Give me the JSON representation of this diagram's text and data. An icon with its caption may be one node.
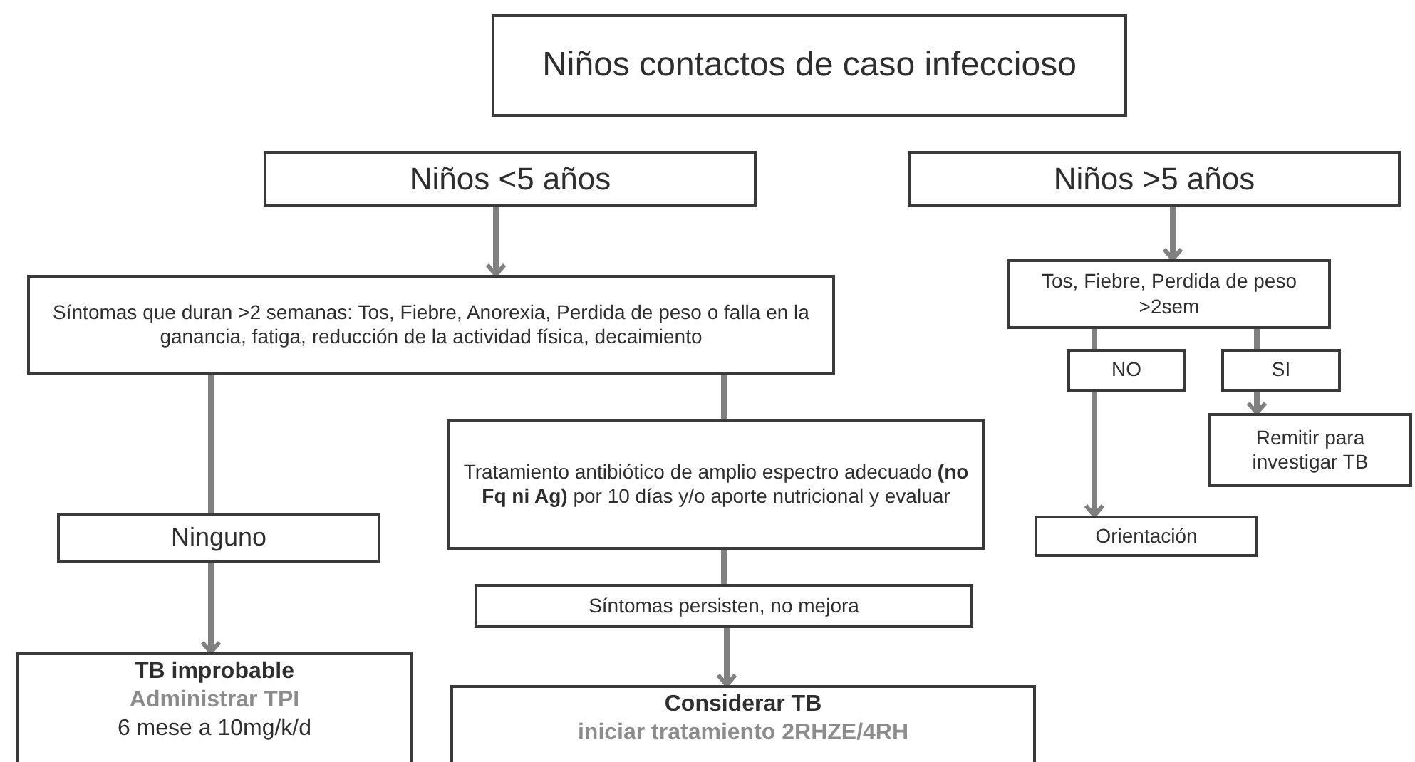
{
  "diagram": {
    "nodes": [
      {
        "text": [
          "Niños contactos de caso infeccioso"
        ]
      },
      {
        "text": [
          "Niños <5 años"
        ]
      },
      {
        "text": [
          "Niños >5 años"
        ]
      },
      {
        "text": [
          "Síntomas que duran >2 semanas: Tos, Fiebre, Anorexia, Perdida de peso o falla en la ganancia, fatiga, reducción de la actividad física, decaimiento"
        ]
      },
      {
        "text": [
          "Tos, Fiebre, Perdida de peso >2sem"
        ]
      },
      {
        "text": [
          "NO"
        ]
      },
      {
        "text": [
          "SI"
        ]
      },
      {
        "text": [
          "Tratamiento antibiótico de amplio espectro adecuado **(no Fq ni Ag)** por 10 días y/o aporte nutricional y evaluar"
        ]
      },
      {
        "text": [
          "Ninguno"
        ]
      },
      {
        "text": [
          "Remitir para investigar TB"
        ]
      },
      {
        "text": [
          "Orientación"
        ]
      },
      {
        "text": [
          "Síntomas persisten, no mejora"
        ]
      },
      {
        "text": [
          "TB improbable",
          "Administrar TPI",
          "6 mese a 10mg/k/d"
        ]
      },
      {
        "text": [
          "Considerar TB",
          "iniciar tratamiento 2RHZE/4RH"
        ]
      }
    ],
    "edges": [
      {
        "from": 1,
        "to": 3,
        "arrow": "to"
      },
      {
        "from": 2,
        "to": 4,
        "arrow": "to"
      },
      {
        "from": 3,
        "to": 8,
        "arrow": "none"
      },
      {
        "from": 8,
        "to": 12,
        "arrow": "to"
      },
      {
        "from": 3,
        "to": 7,
        "arrow": "none"
      },
      {
        "from": 7,
        "to": 11,
        "arrow": "none"
      },
      {
        "from": 11,
        "to": 13,
        "arrow": "to"
      },
      {
        "from": 4,
        "to": 5,
        "arrow": "none"
      },
      {
        "from": 4,
        "to": 6,
        "arrow": "none"
      },
      {
        "from": 5,
        "to": 10,
        "arrow": "to"
      },
      {
        "from": 6,
        "to": 9,
        "arrow": "to"
      }
    ]
  }
}
